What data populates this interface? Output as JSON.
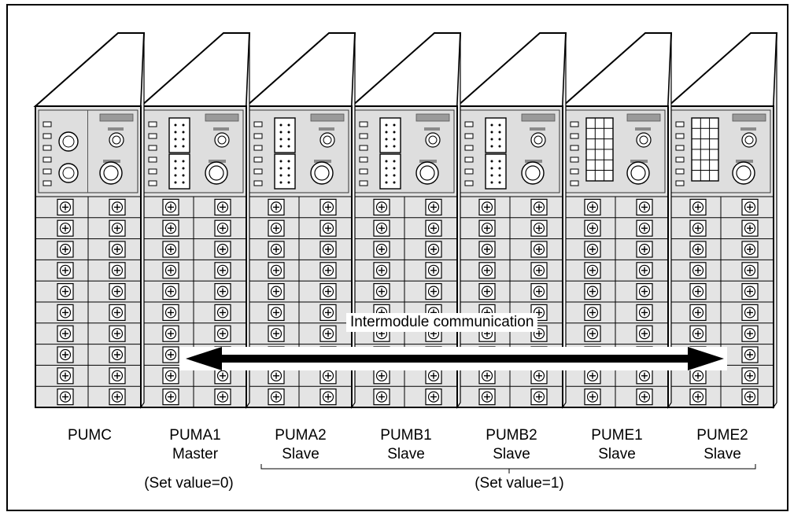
{
  "communication_label": "Intermodule communication",
  "modules": [
    {
      "name": "PUMC",
      "role": "",
      "face": "controller"
    },
    {
      "name": "PUMA1",
      "role": "Master",
      "face": "connector"
    },
    {
      "name": "PUMA2",
      "role": "Slave",
      "face": "connector"
    },
    {
      "name": "PUMB1",
      "role": "Slave",
      "face": "connector"
    },
    {
      "name": "PUMB2",
      "role": "Slave",
      "face": "connector"
    },
    {
      "name": "PUME1",
      "role": "Slave",
      "face": "grid"
    },
    {
      "name": "PUME2",
      "role": "Slave",
      "face": "grid"
    }
  ],
  "set_value_master": "(Set value=0)",
  "set_value_slaves": "(Set value=1)",
  "colors": {
    "module_face": "#e4e4e4",
    "top_surface": "#ffffff",
    "panel": "#cfcfcf",
    "stroke": "#000000"
  }
}
